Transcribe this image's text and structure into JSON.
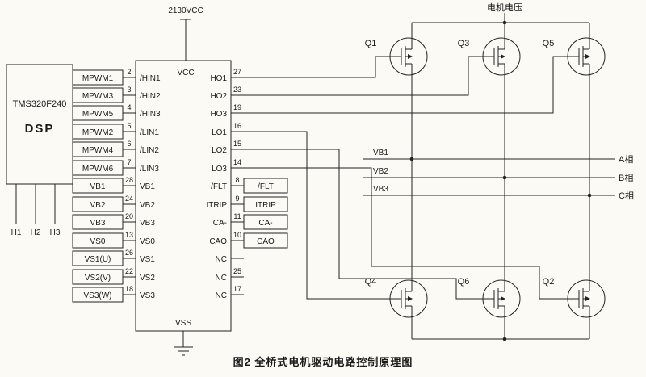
{
  "caption": "图2  全桥式电机驱动电路控制原理图",
  "power": {
    "supply_label": "2130VCC",
    "motor_voltage_label": "电机电压",
    "vcc_pin": "VCC",
    "vss_pin": "VSS"
  },
  "dsp": {
    "model": "TMS320F240",
    "name": "DSP",
    "halls": [
      "H1",
      "H2",
      "H3"
    ]
  },
  "dsp_signals": [
    {
      "label": "MPWM1",
      "pin": "2"
    },
    {
      "label": "MPWM3",
      "pin": "3"
    },
    {
      "label": "MPWM5",
      "pin": "4"
    },
    {
      "label": "MPWM2",
      "pin": "5"
    },
    {
      "label": "MPWM4",
      "pin": "6"
    },
    {
      "label": "MPWM6",
      "pin": "7"
    },
    {
      "label": "VB1",
      "pin": "28"
    },
    {
      "label": "VB2",
      "pin": "24"
    },
    {
      "label": "VB3",
      "pin": "20"
    },
    {
      "label": "VS0",
      "pin": "13"
    },
    {
      "label": "VS1(U)",
      "pin": "26"
    },
    {
      "label": "VS2(V)",
      "pin": "22"
    },
    {
      "label": "VS3(W)",
      "pin": "18"
    }
  ],
  "driver": {
    "left_pins": [
      "/HIN1",
      "/HIN2",
      "/HIN3",
      "/LIN1",
      "/LIN2",
      "/LIN3",
      "VB1",
      "VB2",
      "VB3",
      "VS0",
      "VS1",
      "VS2",
      "VS3"
    ],
    "right_pins": [
      {
        "name": "HO1",
        "num": "27",
        "tag": ""
      },
      {
        "name": "HO2",
        "num": "23",
        "tag": ""
      },
      {
        "name": "HO3",
        "num": "19",
        "tag": ""
      },
      {
        "name": "LO1",
        "num": "16",
        "tag": ""
      },
      {
        "name": "LO2",
        "num": "15",
        "tag": ""
      },
      {
        "name": "LO3",
        "num": "14",
        "tag": ""
      },
      {
        "name": "/FLT",
        "num": "8",
        "tag": "/FLT"
      },
      {
        "name": "ITRIP",
        "num": "9",
        "tag": "ITRIP"
      },
      {
        "name": "CA-",
        "num": "11",
        "tag": "CA-"
      },
      {
        "name": "CAO",
        "num": "10",
        "tag": "CAO"
      },
      {
        "name": "NC",
        "num": "",
        "tag": ""
      },
      {
        "name": "NC",
        "num": "25",
        "tag": ""
      },
      {
        "name": "NC",
        "num": "17",
        "tag": ""
      }
    ]
  },
  "transistors": [
    "Q1",
    "Q3",
    "Q5",
    "Q4",
    "Q6",
    "Q2"
  ],
  "phases": [
    {
      "net": "VB1",
      "phase": "A相"
    },
    {
      "net": "VB2",
      "phase": "B相"
    },
    {
      "net": "VB3",
      "phase": "C相"
    }
  ]
}
